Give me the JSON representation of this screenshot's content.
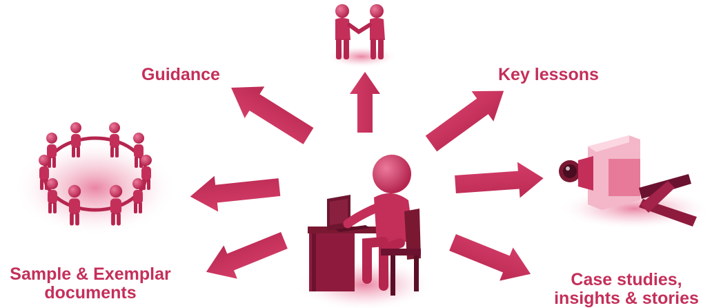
{
  "labels": {
    "guidance": "Guidance",
    "key_lessons": "Key lessons",
    "sample_line1": "Sample & Exemplar",
    "sample_line2": "documents",
    "case_line1": "Case studies,",
    "case_line2": "insights & stories"
  },
  "colors": {
    "primary": "#c42f5a",
    "dark": "#8e1b3d",
    "light": "#f3b7c9",
    "text": "#c42f5a"
  },
  "icons": [
    "handshake-icon",
    "circle-of-people-icon",
    "person-at-computer-icon",
    "video-camera-icon"
  ]
}
